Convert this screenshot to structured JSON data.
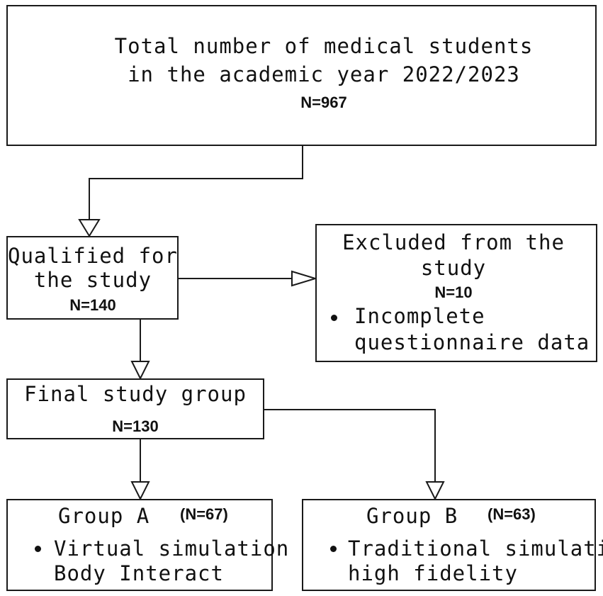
{
  "boxes": {
    "total": {
      "line1": "Total number of medical students",
      "line2": "in the academic year 2022/2023",
      "count": "N=967"
    },
    "qualified": {
      "line1": "Qualified for",
      "line2": "the study",
      "count": "N=140"
    },
    "excluded": {
      "line1": "Excluded from the",
      "line2": "study",
      "count": "N=10",
      "reason_line1": "Incomplete",
      "reason_line2": "questionnaire data"
    },
    "final": {
      "line1": "Final study group",
      "count": "N=130"
    },
    "group_a": {
      "label": "Group A",
      "count": "(N=67)",
      "item_line1": "Virtual simulation",
      "item_line2": "Body Interact"
    },
    "group_b": {
      "label": "Group B",
      "count": "(N=63)",
      "item_line1": "Traditional simulation",
      "item_line2": "high fidelity"
    }
  },
  "colors": {
    "line": "#1a1a1a",
    "text": "#111111",
    "background": "#ffffff"
  }
}
